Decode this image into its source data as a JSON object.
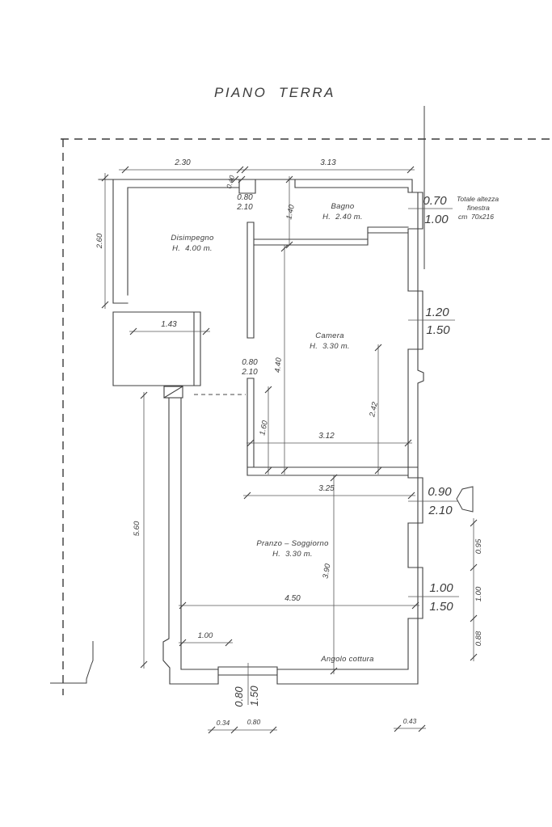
{
  "title": "PIANO  TERRA",
  "rooms": {
    "disimpegno": {
      "name": "Disimpegno",
      "height": "H.  4.00 m."
    },
    "bagno": {
      "name": "Bagno",
      "height": "H.  2.40 m."
    },
    "camera": {
      "name": "Camera",
      "height": "H.  3.30 m."
    },
    "pranzo": {
      "name": "Pranzo – Soggiorno",
      "height": "H.  3.30 m."
    },
    "angolo": {
      "name": "Angolo cottura"
    }
  },
  "openings": {
    "door_top": {
      "width": "0.80",
      "height": "2.10"
    },
    "door_camera": {
      "width": "0.80",
      "height": "2.10"
    },
    "bagno_window": {
      "width": "0.70",
      "height": "1.00"
    },
    "camera_window": {
      "width": "1.20",
      "height": "1.50"
    },
    "entrance_door": {
      "width": "0.90",
      "height": "2.10"
    },
    "pranzo_window": {
      "width": "1.00",
      "height": "1.50"
    },
    "bottom_window": {
      "width": "0.80",
      "height": "1.50"
    }
  },
  "window_note": {
    "line1": "Totale altezza",
    "line2": "finestra",
    "line3": "cm  70x216"
  },
  "dimensions": {
    "top_left": "2.30",
    "top_right": "3.13",
    "niche": "0.40",
    "left_upper": "2.60",
    "alcove": "1.43",
    "left_lower": "5.60",
    "bagno_depth": "1.40",
    "camera_length": "4.40",
    "camera_inner_left": "1.60",
    "camera_inner_right": "2.42",
    "camera_width": "3.12",
    "pranzo_top": "3.25",
    "pranzo_length": "3.90",
    "pranzo_width": "4.50",
    "pranzo_left": "1.00",
    "right_upper": "0.95",
    "right_middle": "1.00",
    "right_lower": "0.88",
    "bottom_a": "0.34",
    "bottom_b": "0.80",
    "bottom_right": "0.43"
  },
  "colors": {
    "line": "#3f3f3f",
    "text": "#3b3b3b",
    "background": "#ffffff"
  }
}
